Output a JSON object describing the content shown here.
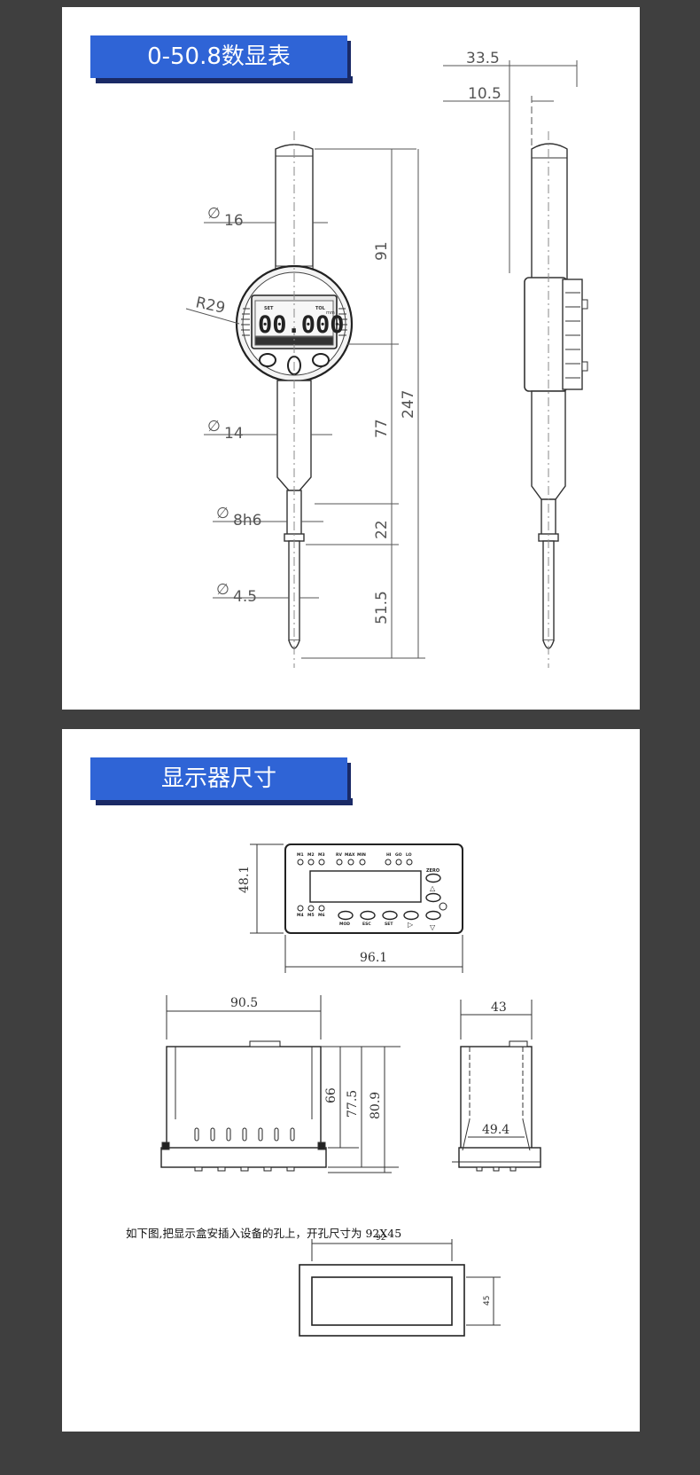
{
  "panel1": {
    "title": "0-50.8数显表",
    "display_value": "00.000",
    "labels": {
      "set": "SET",
      "tol": "TOL",
      "mm": "mm"
    },
    "dims": {
      "w_total": "33.5",
      "w_offset": "10.5",
      "d_stem": "16",
      "r_face": "R29",
      "d_lower": "14",
      "d_neck": "8h6",
      "d_probe": "4.5",
      "h_top": "91",
      "h_mid": "77",
      "h_neck": "22",
      "h_probe": "51.5",
      "h_total": "247",
      "diameter_symbol": "∅"
    }
  },
  "panel2": {
    "title": "显示器尺寸",
    "device": {
      "leds_top": [
        "M1",
        "M2",
        "M3",
        "RV",
        "MAX",
        "MIN",
        "HI",
        "GO",
        "LO"
      ],
      "leds_bottom": [
        "M4",
        "M5",
        "M6"
      ],
      "buttons": [
        "MOD",
        "ESC",
        "SET",
        "▷",
        "▽"
      ],
      "zero": "ZERO",
      "up": "△"
    },
    "dims": {
      "front_h": "48.1",
      "front_w": "96.1",
      "top_w": "90.5",
      "side_w": "43",
      "h_66": "66",
      "h_775": "77.5",
      "h_809": "80.9",
      "clip_w": "49.4",
      "cut_w": "92",
      "cut_h": "45"
    },
    "note": "如下图,把显示盒安插入设备的孔上，开孔尺寸为 92X45"
  }
}
